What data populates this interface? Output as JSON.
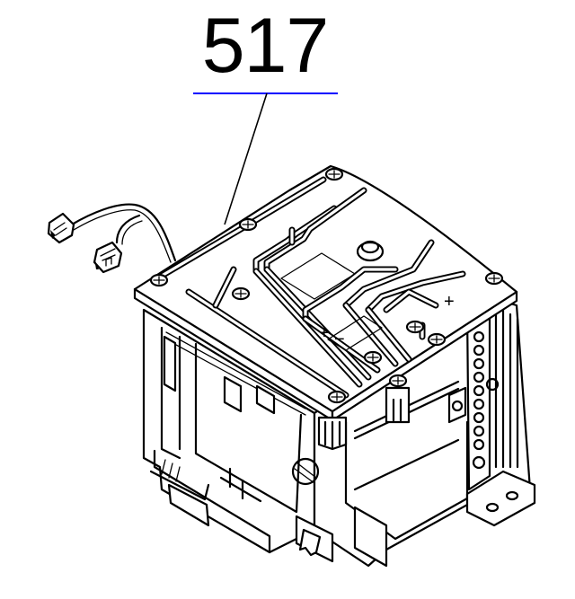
{
  "callout": {
    "part_number": "517",
    "underline_color": "#0000ff",
    "leader_from": [
      297,
      104
    ],
    "leader_to": [
      250,
      248
    ]
  },
  "drawing": {
    "subject": "power-supply-board-assembly",
    "line_color": "#000000",
    "background": "#ffffff",
    "board_symbols": [
      "+",
      "−",
      "+",
      "−",
      "+"
    ]
  },
  "symbols": {
    "plus": "+",
    "minus": "−"
  }
}
